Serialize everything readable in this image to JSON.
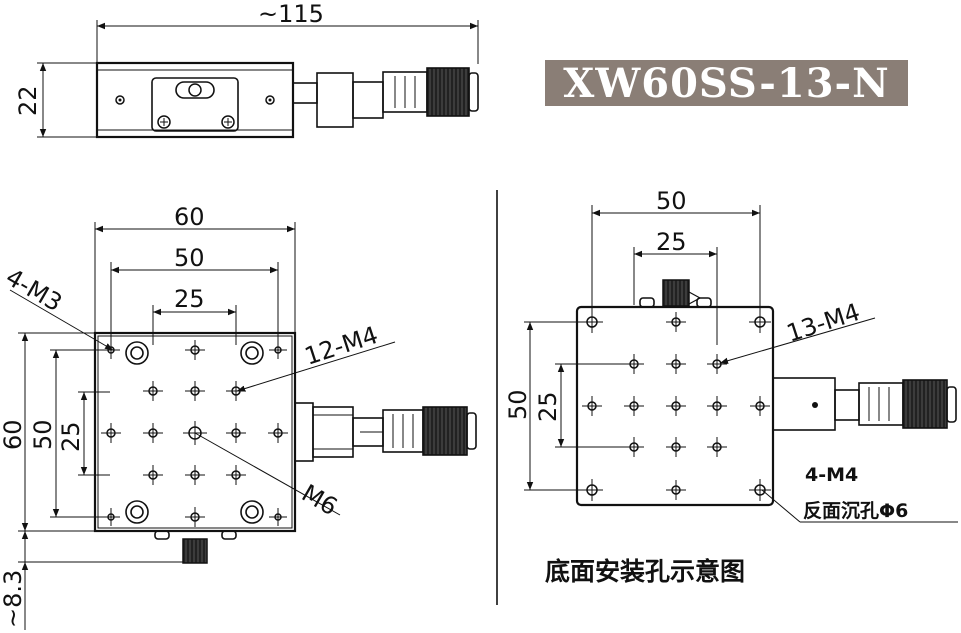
{
  "title": {
    "model": "XW60SS-13-N"
  },
  "side_view": {
    "length_label": "~115",
    "height_label": "22"
  },
  "top_view": {
    "width_label": "60",
    "hole_span_label": "50",
    "inner_span_label": "25",
    "left_height_label": "60",
    "left_span_label": "50",
    "left_inner_label": "25",
    "bottom_offset_label": "~8.3",
    "callout_m3": "4-M3",
    "callout_m4": "12-M4",
    "callout_m6": "M6"
  },
  "bottom_view": {
    "width_label": "50",
    "inner_label": "25",
    "height_label": "50",
    "inner_height_label": "25",
    "callout_m4": "13-M4",
    "note_line1": "4-M4",
    "note_line2": "反面沉孔Φ6",
    "caption": "底面安装孔示意图"
  }
}
